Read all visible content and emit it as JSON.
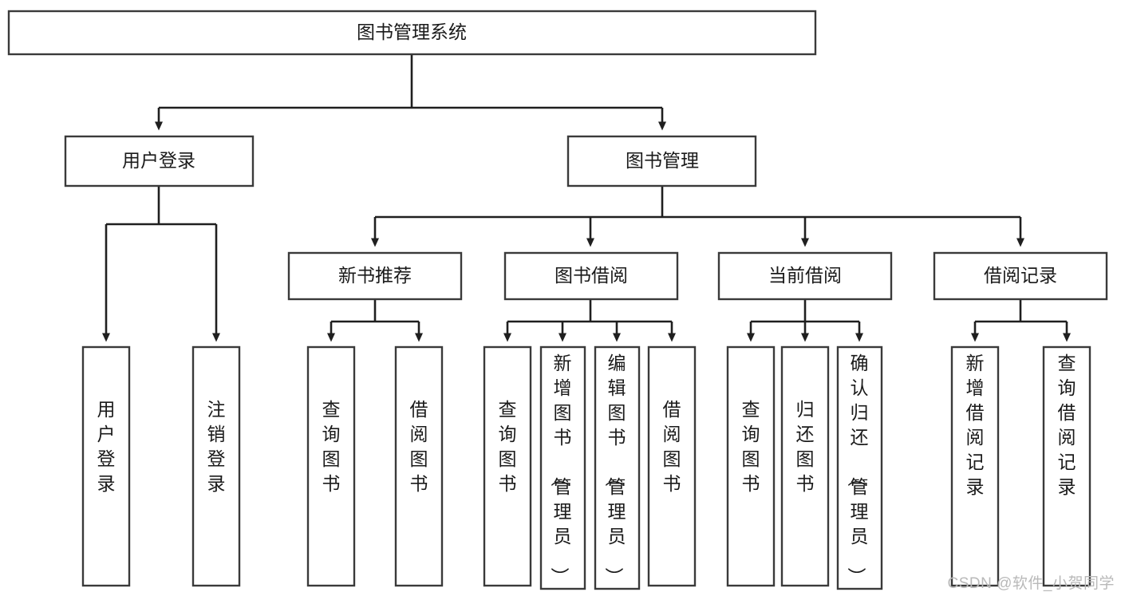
{
  "diagram": {
    "title": "图书管理系统",
    "type": "hierarchy-tree",
    "levels": 4,
    "root": {
      "id": "root",
      "label": "图书管理系统",
      "orientation": "horizontal"
    },
    "level2": [
      {
        "id": "user-login",
        "label": "用户登录",
        "orientation": "horizontal"
      },
      {
        "id": "book-manage",
        "label": "图书管理",
        "orientation": "horizontal"
      }
    ],
    "level3": [
      {
        "id": "new-book-recommend",
        "label": "新书推荐",
        "orientation": "horizontal",
        "parent": "book-manage"
      },
      {
        "id": "book-borrow",
        "label": "图书借阅",
        "orientation": "horizontal",
        "parent": "book-manage"
      },
      {
        "id": "current-borrow",
        "label": "当前借阅",
        "orientation": "horizontal",
        "parent": "book-manage"
      },
      {
        "id": "borrow-record",
        "label": "借阅记录",
        "orientation": "horizontal",
        "parent": "book-manage"
      }
    ],
    "leaves": [
      {
        "id": "leaf-user-login",
        "label": "用户登录",
        "orientation": "vertical",
        "parent": "user-login"
      },
      {
        "id": "leaf-user-logout",
        "label": "注销登录",
        "orientation": "vertical",
        "parent": "user-login"
      },
      {
        "id": "leaf-query-book-1",
        "label": "查询图书",
        "orientation": "vertical",
        "parent": "new-book-recommend"
      },
      {
        "id": "leaf-borrow-book-1",
        "label": "借阅图书",
        "orientation": "vertical",
        "parent": "new-book-recommend"
      },
      {
        "id": "leaf-query-book-2",
        "label": "查询图书",
        "orientation": "vertical",
        "parent": "book-borrow"
      },
      {
        "id": "leaf-add-book",
        "label": "新增图书（管理员）",
        "orientation": "vertical",
        "parent": "book-borrow"
      },
      {
        "id": "leaf-edit-book",
        "label": "编辑图书（管理员）",
        "orientation": "vertical",
        "parent": "book-borrow"
      },
      {
        "id": "leaf-borrow-book-2",
        "label": "借阅图书",
        "orientation": "vertical",
        "parent": "book-borrow"
      },
      {
        "id": "leaf-query-book-3",
        "label": "查询图书",
        "orientation": "vertical",
        "parent": "current-borrow"
      },
      {
        "id": "leaf-return-book",
        "label": "归还图书",
        "orientation": "vertical",
        "parent": "current-borrow"
      },
      {
        "id": "leaf-confirm-return",
        "label": "确认归还（管理员）",
        "orientation": "vertical",
        "parent": "current-borrow"
      },
      {
        "id": "leaf-add-record",
        "label": "新增借阅记录",
        "orientation": "vertical",
        "parent": "borrow-record"
      },
      {
        "id": "leaf-query-record",
        "label": "查询借阅记录",
        "orientation": "vertical",
        "parent": "borrow-record"
      }
    ]
  },
  "watermark": {
    "text": "CSDN @软件_小贺同学"
  },
  "colors": {
    "box_border": "#3a3a3a",
    "connector": "#1f1f1f",
    "background": "#ffffff",
    "text": "#1a1a1a",
    "watermark": "#b9b9b9"
  }
}
